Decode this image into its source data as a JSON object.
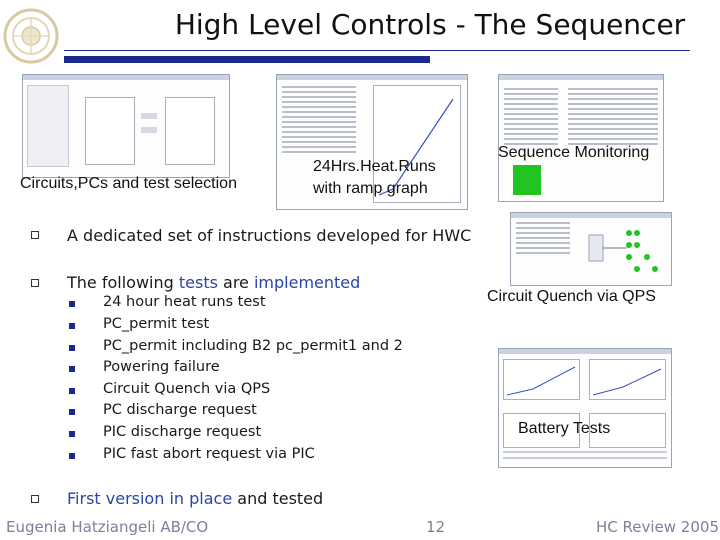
{
  "slide": {
    "title": "High Level Controls - The Sequencer"
  },
  "captions": {
    "circuits": "Circuits,PCs and test selection",
    "heatruns_line1": "24Hrs.Heat.Runs",
    "heatruns_line2": "with ramp graph",
    "seq_monitoring": "Sequence Monitoring",
    "circuit_quench": "Circuit Quench via QPS",
    "battery_tests": "Battery Tests"
  },
  "bullets": {
    "b1": "A dedicated set of instructions developed for HWC",
    "b2_pre": "The following ",
    "b2_tests": "tests",
    "b2_mid": " are ",
    "b2_impl": "implemented",
    "sub": [
      "24 hour heat runs test",
      "PC_permit test",
      "PC_permit including B2 pc_permit1 and 2",
      "Powering failure",
      "Circuit Quench via QPS",
      "PC discharge request",
      "PIC discharge request",
      "PIC fast abort request via PIC"
    ],
    "b3_pre": "First version in place",
    "b3_post": " and tested"
  },
  "footer": {
    "author": "Eugenia Hatziangeli AB/CO",
    "page": "12",
    "event": "HC Review 2005"
  },
  "colors": {
    "accent": "#1a2a8a",
    "highlight_text": "#2a45a8",
    "status_green": "#22c422"
  }
}
